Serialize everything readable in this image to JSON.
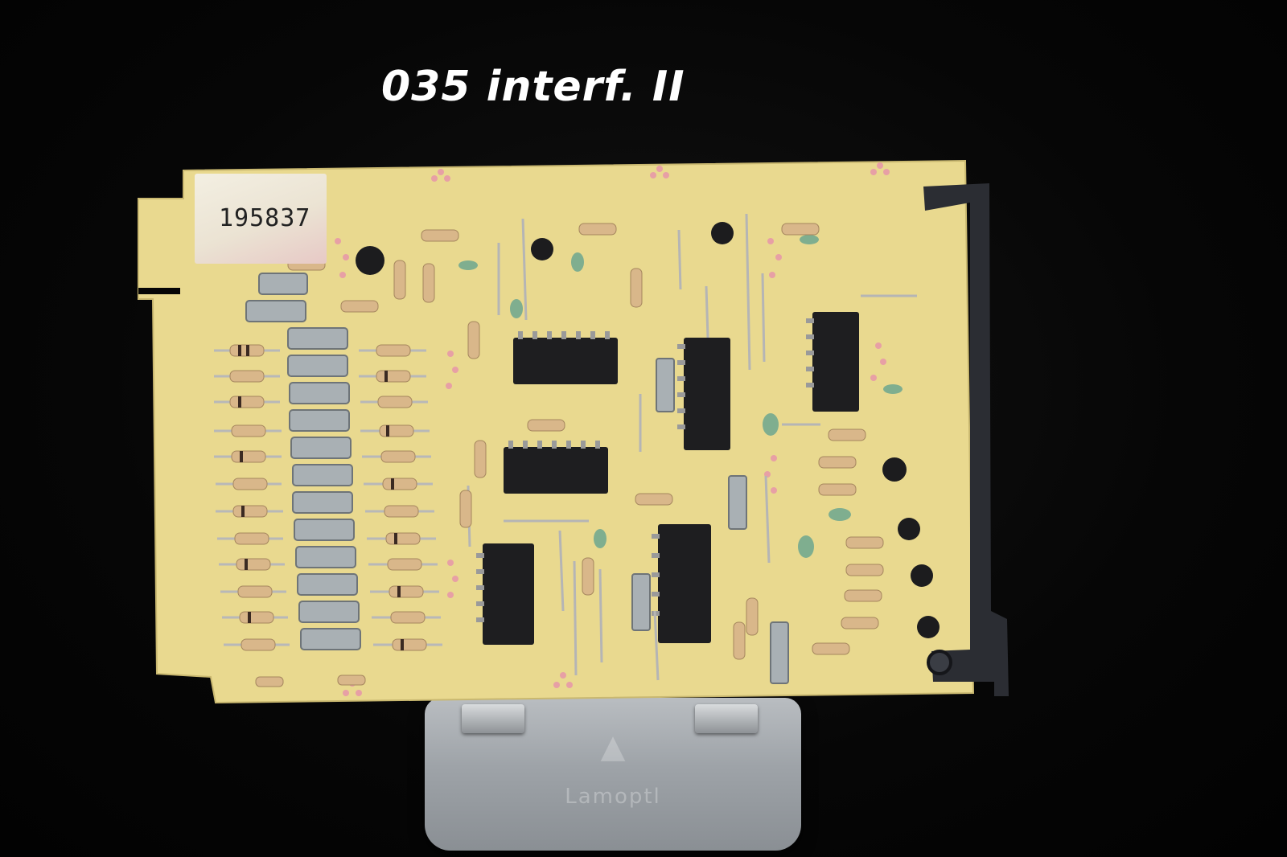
{
  "caption": "035 interf. II",
  "board_label": "195837",
  "stand_brand": "Lamoptl",
  "colors": {
    "background": "#050505",
    "pcb": "#e9d98f",
    "connector": "#2b2d33",
    "ic_body": "#1e1e20",
    "capacitor": "#a9b0b4",
    "stand": "#9ea3a8"
  }
}
